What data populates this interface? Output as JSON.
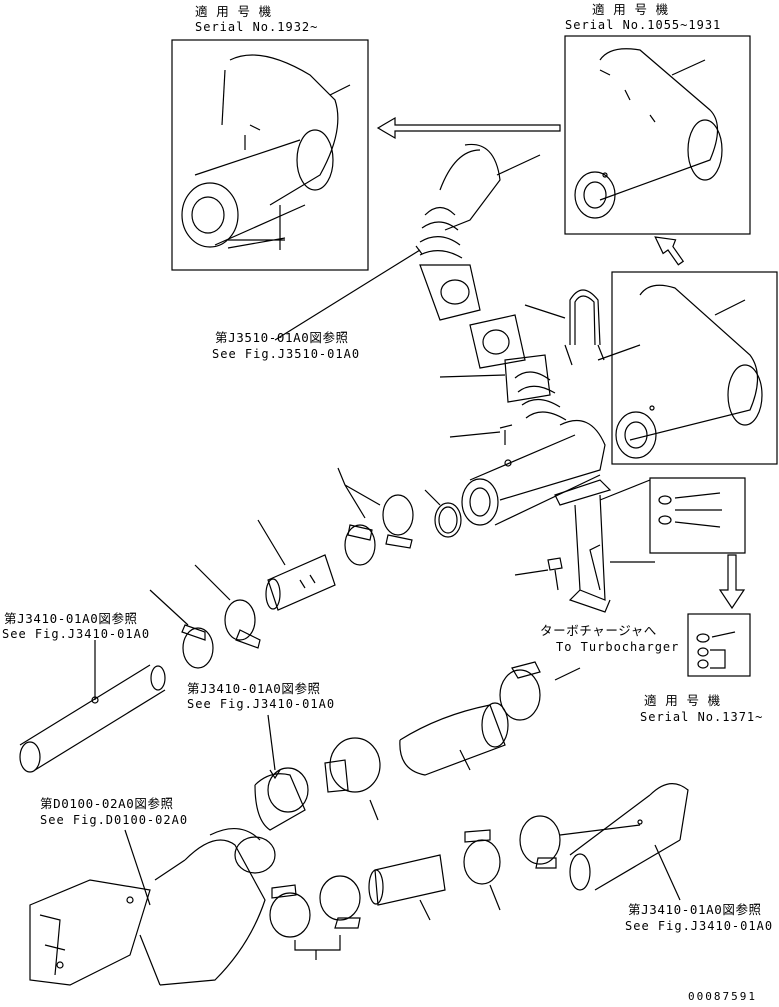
{
  "labels": {
    "serial_top_left_1": "適 用 号 機",
    "serial_top_left_2": "Serial No.1932~",
    "serial_top_right_1": "適 用 号 機",
    "serial_top_right_2": "Serial No.1055~1931",
    "ref_j3510_1": "第J3510-01A0図参照",
    "ref_j3510_2": "See Fig.J3510-01A0",
    "ref_j3410_left_1": "第J3410-01A0図参照",
    "ref_j3410_left_2": "See Fig.J3410-01A0",
    "ref_j3410_mid_1": "第J3410-01A0図参照",
    "ref_j3410_mid_2": "See Fig.J3410-01A0",
    "turbo_1": "ターボチャージャへ",
    "turbo_2": "To Turbocharger",
    "serial_mid_right_1": "適 用 号 機",
    "serial_mid_right_2": "Serial No.1371~",
    "ref_d0100_1": "第D0100-02A0図参照",
    "ref_d0100_2": "See Fig.D0100-02A0",
    "ref_j3410_bottom_1": "第J3410-01A0図参照",
    "ref_j3410_bottom_2": "See Fig.J3410-01A0",
    "drawing_number": "00087591"
  }
}
